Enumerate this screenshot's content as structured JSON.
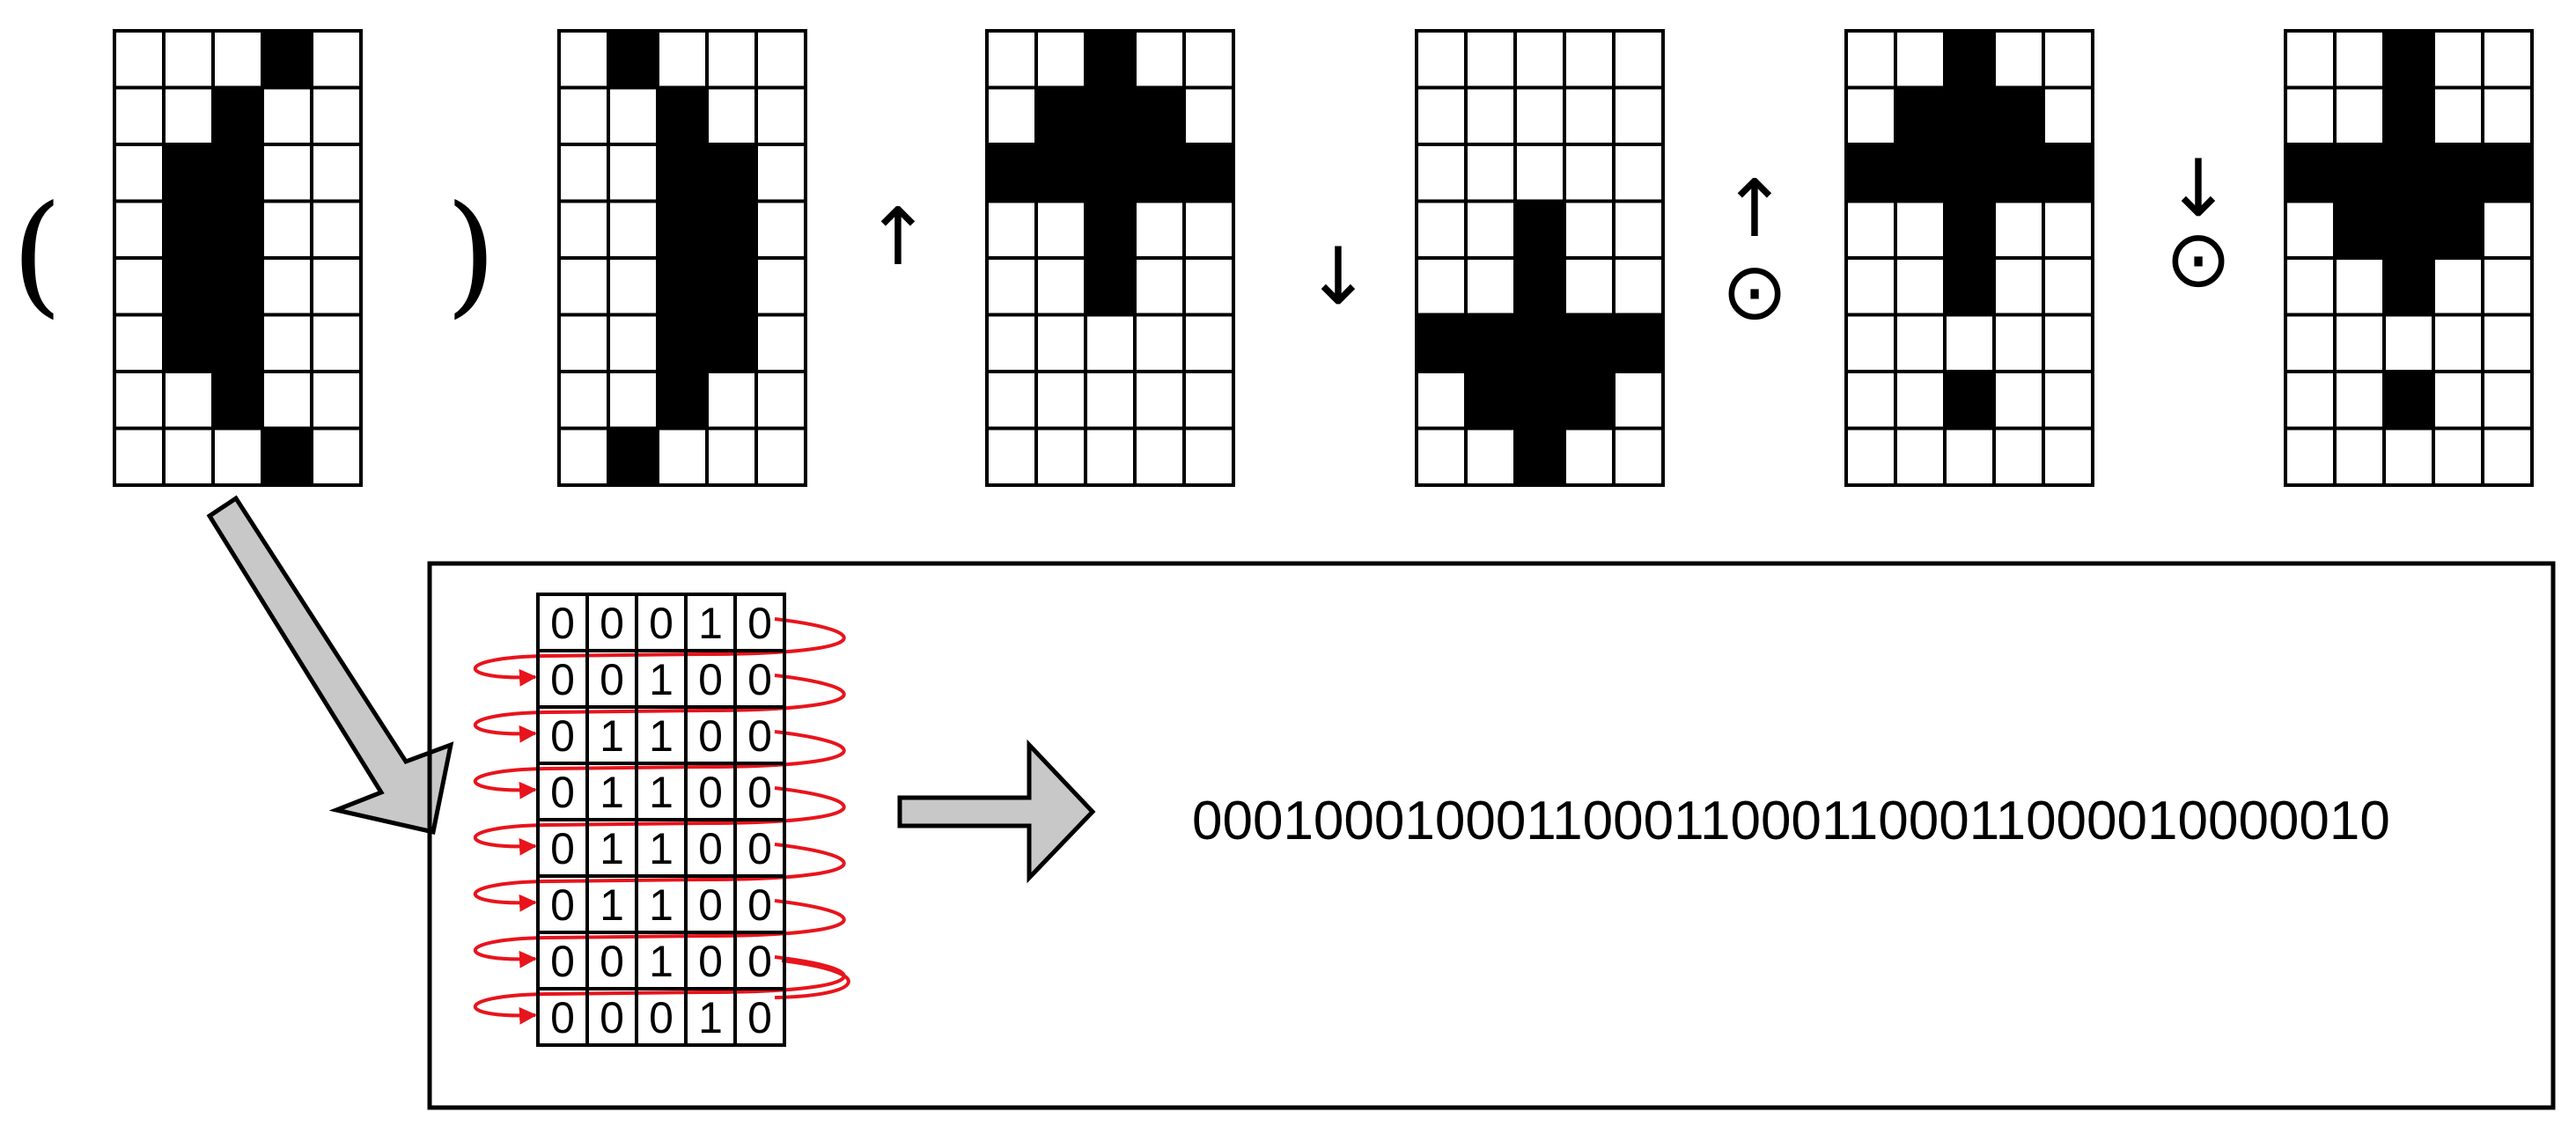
{
  "figure": {
    "glyphs": [
      {
        "name": "glyph-open-paren",
        "label": "(",
        "rows": [
          "00010",
          "00100",
          "01100",
          "01100",
          "01100",
          "01100",
          "00100",
          "00010"
        ]
      },
      {
        "name": "glyph-close-paren",
        "label": ")",
        "rows": [
          "01000",
          "00100",
          "00110",
          "00110",
          "00110",
          "00110",
          "00100",
          "01000"
        ]
      },
      {
        "name": "glyph-up-arrow",
        "label": "↑",
        "rows": [
          "00100",
          "01110",
          "11111",
          "00100",
          "00100",
          "00000",
          "00000",
          "00000"
        ]
      },
      {
        "name": "glyph-down-arrow",
        "label": "↓",
        "rows": [
          "00000",
          "00000",
          "00000",
          "00100",
          "00100",
          "11111",
          "01110",
          "00100"
        ]
      },
      {
        "name": "glyph-up-arrow-dot",
        "label": "↑\n⊙",
        "rows": [
          "00100",
          "01110",
          "11111",
          "00100",
          "00100",
          "00000",
          "00100",
          "00000"
        ]
      },
      {
        "name": "glyph-down-arrow-dot",
        "label": "↓\n⊙",
        "rows": [
          "00100",
          "00100",
          "11111",
          "01110",
          "00100",
          "00000",
          "00100",
          "00000"
        ]
      }
    ],
    "encoding": {
      "bit_rows": [
        "00010",
        "00100",
        "01100",
        "01100",
        "01100",
        "01100",
        "00100",
        "00010"
      ],
      "flattened_code": "0001000100011000110001100011000010000010"
    },
    "colors": {
      "ink": "#000000",
      "paper": "#ffffff",
      "arrow_fill": "#c8c8c8",
      "scan_path": "#e8141c"
    }
  }
}
